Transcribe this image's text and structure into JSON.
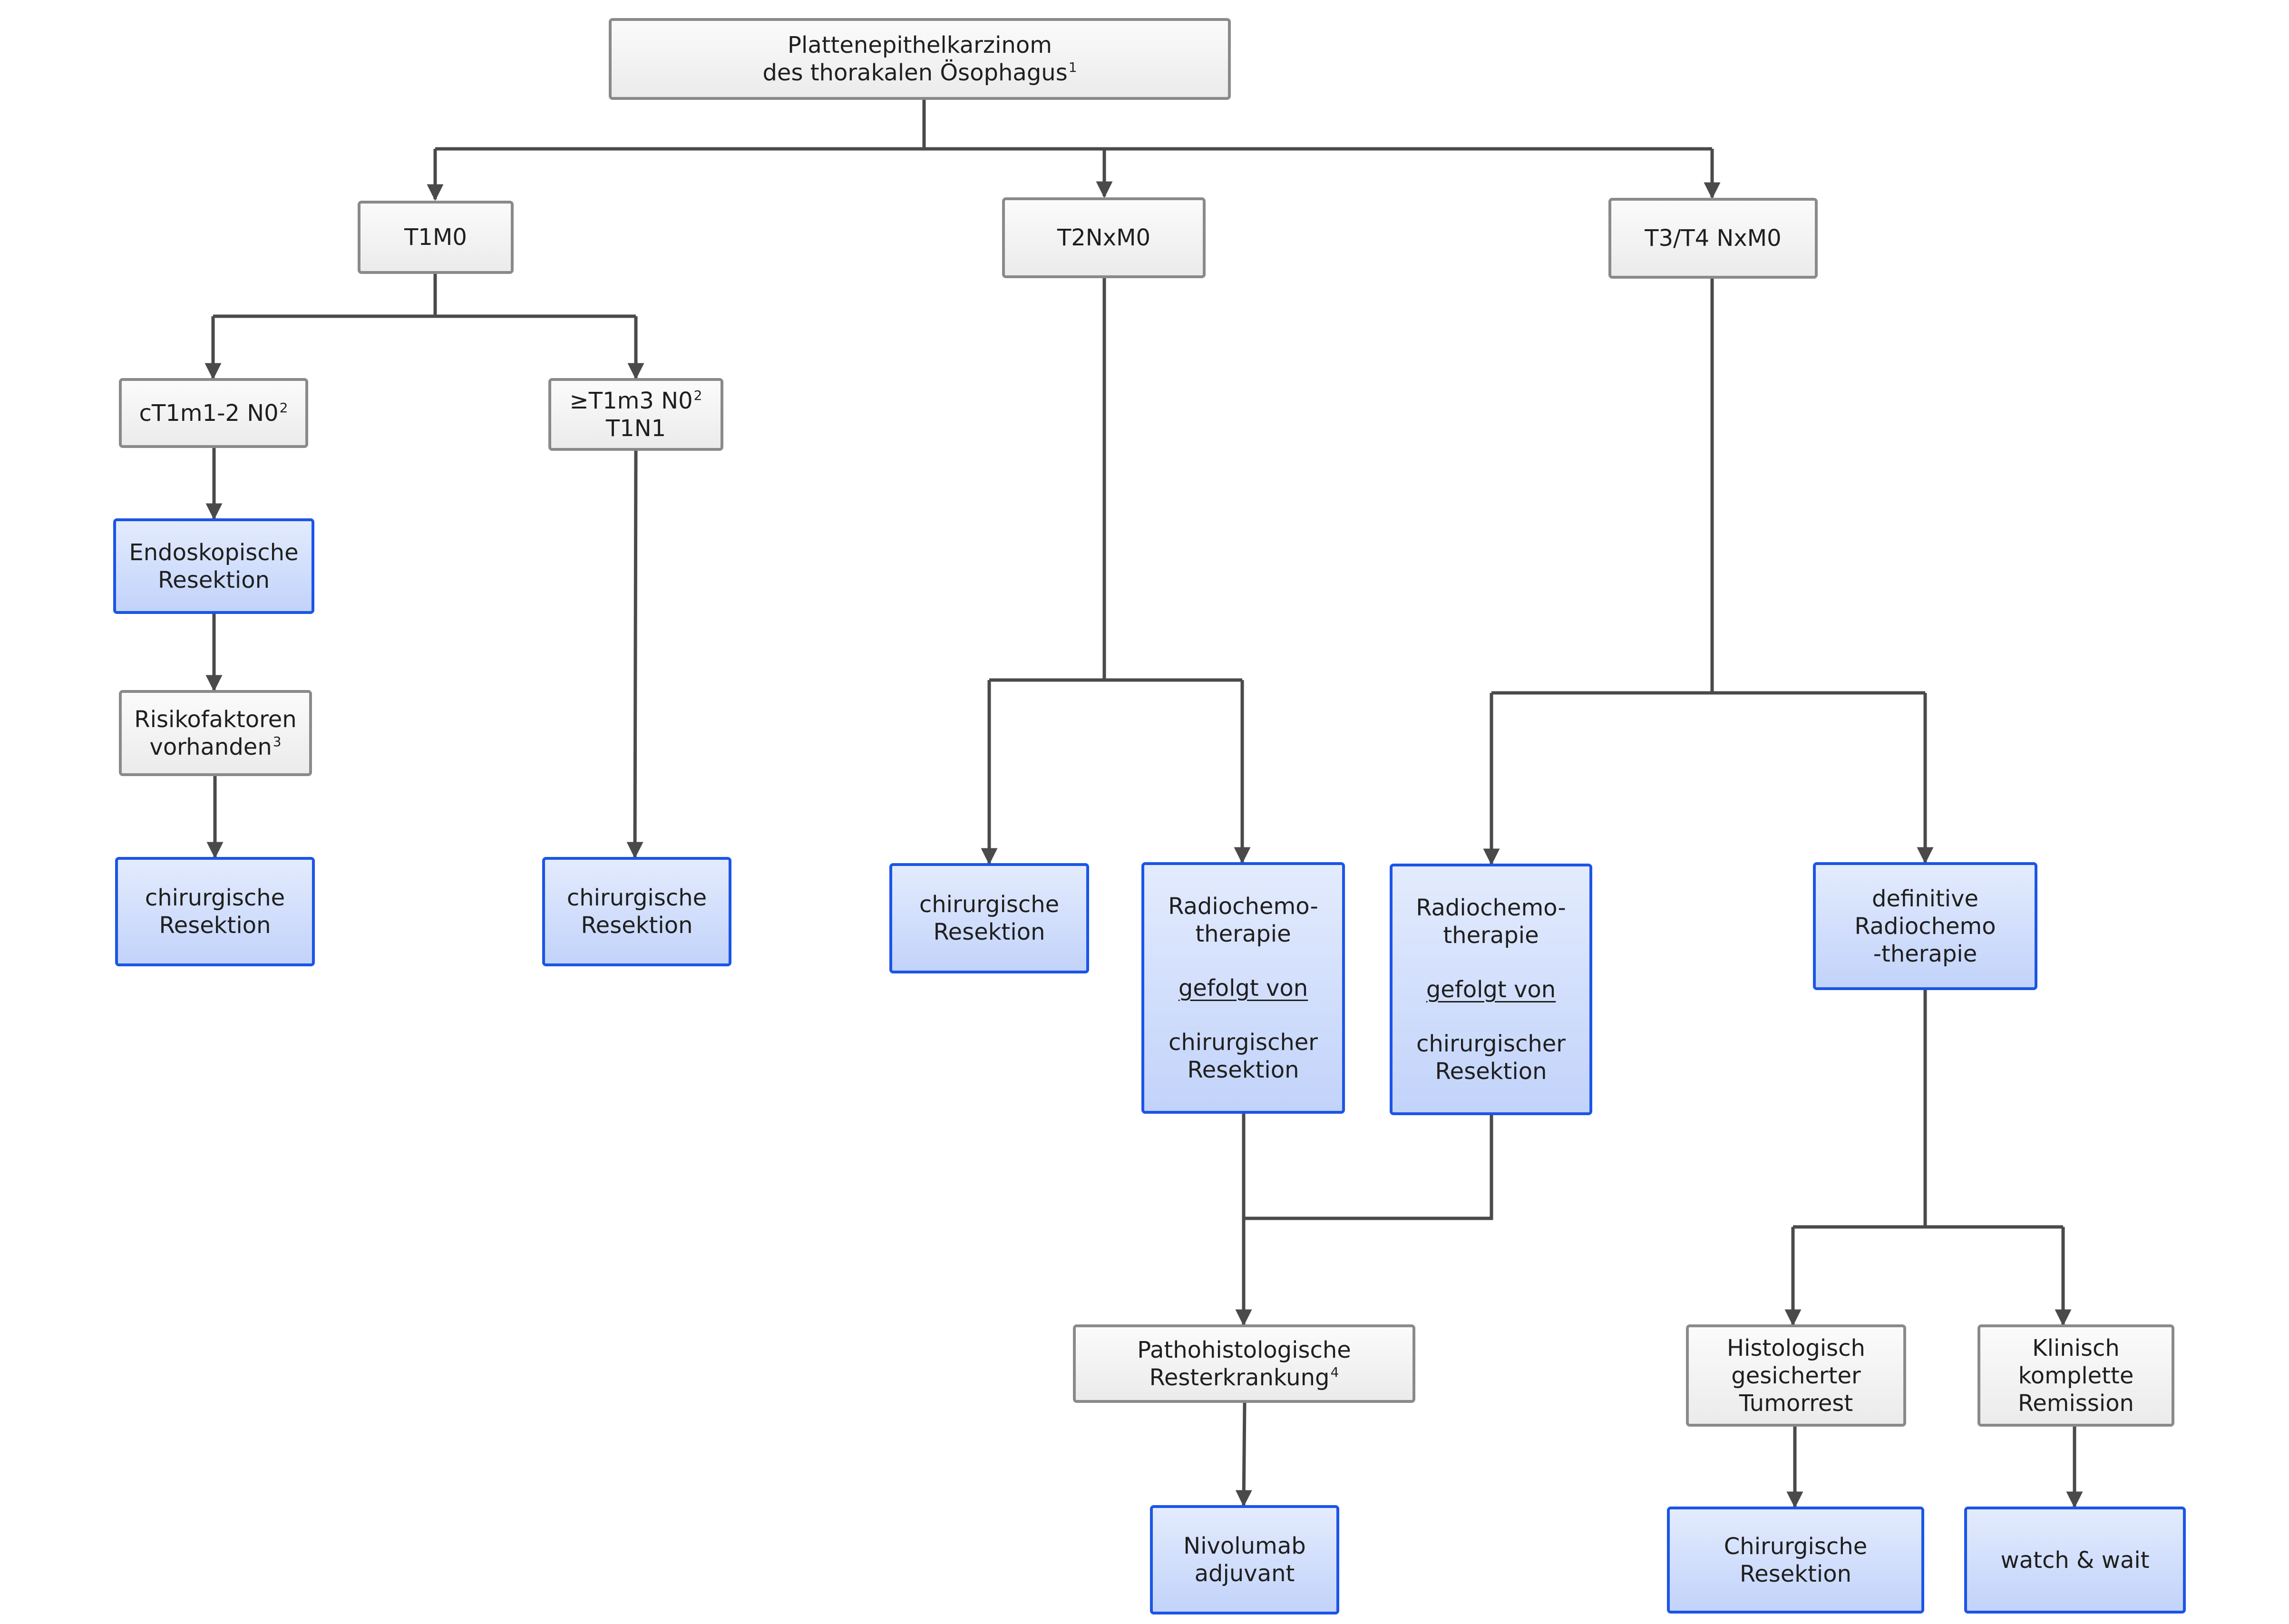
{
  "root": {
    "line1": "Plattenepithelkarzinom",
    "line2": "des thorakalen Ösophagus",
    "sup": "1"
  },
  "stages": {
    "t1": "T1M0",
    "t2": "T2NxM0",
    "t34": "T3/T4 NxM0"
  },
  "t1_branch": {
    "early": {
      "label": "cT1m1-2 N0",
      "sup": "2"
    },
    "advanced": {
      "line1_label": "≥T1m3 N0",
      "sup": "2",
      "line2": "T1N1"
    },
    "endoscopic": {
      "line1": "Endoskopische",
      "line2": "Resektion"
    },
    "risk": {
      "line1": "Risikofaktoren",
      "line2": "vorhanden",
      "sup": "3"
    },
    "surgery_left": {
      "line1": "chirurgische",
      "line2": "Resektion"
    },
    "surgery_right": {
      "line1": "chirurgische",
      "line2": "Resektion"
    }
  },
  "t2_branch": {
    "surgery": {
      "line1": "chirurgische",
      "line2": "Resektion"
    },
    "rct": {
      "line1": "Radiochemo-",
      "line2": "therapie",
      "connector": "gefolgt von",
      "line3": "chirurgischer",
      "line4": "Resektion"
    }
  },
  "t34_branch": {
    "rct": {
      "line1": "Radiochemo-",
      "line2": "therapie",
      "connector": "gefolgt von",
      "line3": "chirurgischer",
      "line4": "Resektion"
    },
    "definitive": {
      "line1": "definitive",
      "line2": "Radiochemo",
      "line3": "-therapie"
    },
    "residual": {
      "line1": "Histologisch",
      "line2": "gesicherter",
      "line3": "Tumorrest"
    },
    "remission": {
      "line1": "Klinisch",
      "line2": "komplette",
      "line3": "Remission"
    },
    "surgery": {
      "line1": "Chirurgische",
      "line2": "Resektion"
    },
    "watch": {
      "label": "watch & wait"
    }
  },
  "path": {
    "line1": "Pathohistologische",
    "line2": "Resterkrankung",
    "sup": "4"
  },
  "nivo": {
    "line1": "Nivolumab",
    "line2": "adjuvant"
  },
  "colors": {
    "connector": "#4a4a4a",
    "gray_border": "#8a8a8a",
    "blue_border": "#1c55e6",
    "blue_fill": "#c9d8fb"
  }
}
